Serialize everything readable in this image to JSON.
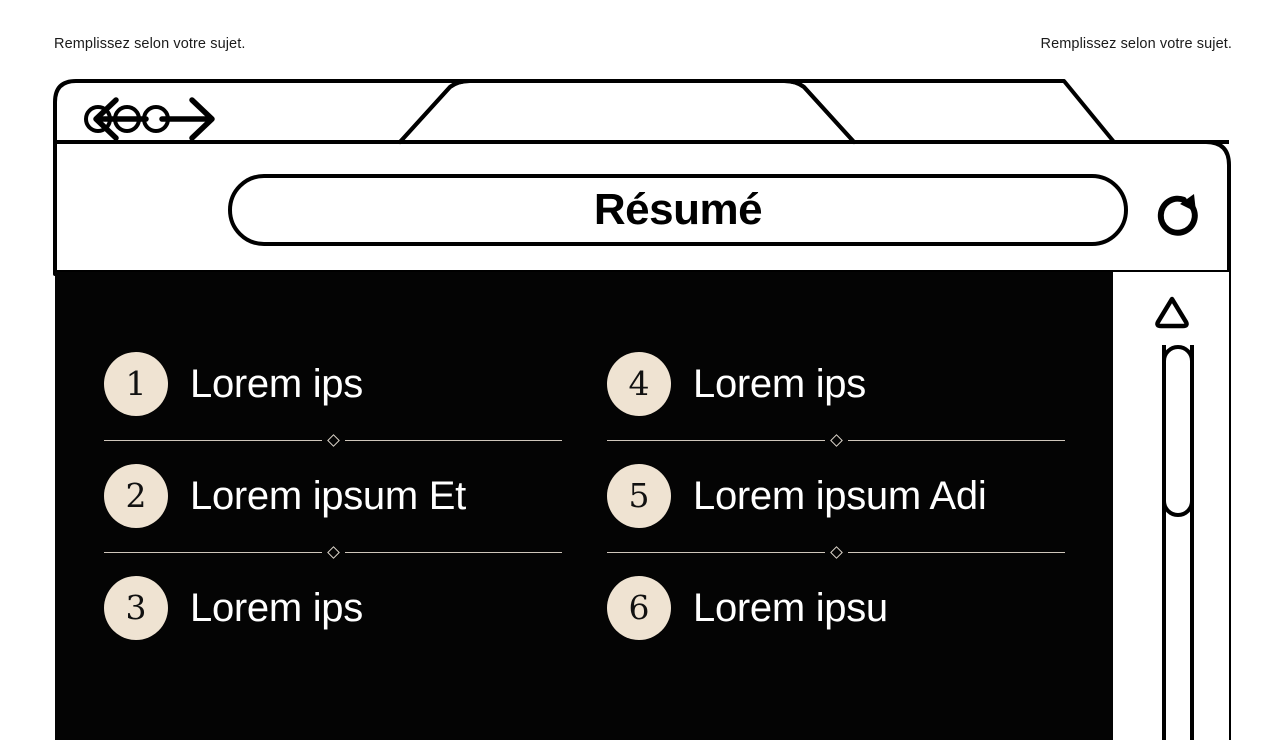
{
  "captions": {
    "left": "Remplissez selon votre sujet.",
    "right": "Remplissez selon votre sujet."
  },
  "browser": {
    "traffic_lights": [
      "close-dot",
      "minimize-dot",
      "maximize-dot"
    ],
    "tab": {
      "label": ""
    },
    "nav": {
      "back_icon": "arrow-left-icon",
      "forward_icon": "arrow-right-icon",
      "reload_icon": "reload-icon"
    },
    "address_bar": {
      "title": "Résumé",
      "placeholder": "Résumé"
    }
  },
  "content": {
    "columns": [
      {
        "items": [
          {
            "number": "1",
            "label": "Lorem ips"
          },
          {
            "number": "2",
            "label": "Lorem ipsum Et"
          },
          {
            "number": "3",
            "label": "Lorem ips"
          }
        ]
      },
      {
        "items": [
          {
            "number": "4",
            "label": "Lorem ips"
          },
          {
            "number": "5",
            "label": "Lorem ipsum Adi"
          },
          {
            "number": "6",
            "label": "Lorem ipsu"
          }
        ]
      }
    ]
  },
  "scrollbar": {
    "up_arrow_icon": "triangle-up-icon",
    "thumb": "scrollbar-thumb"
  },
  "colors": {
    "page_background": "#FFFFFF",
    "panel_background": "#040404",
    "badge_fill": "#EFE3D2",
    "stroke": "#000000",
    "divider": "#CFC6BB",
    "item_text": "#FFFFFF"
  }
}
